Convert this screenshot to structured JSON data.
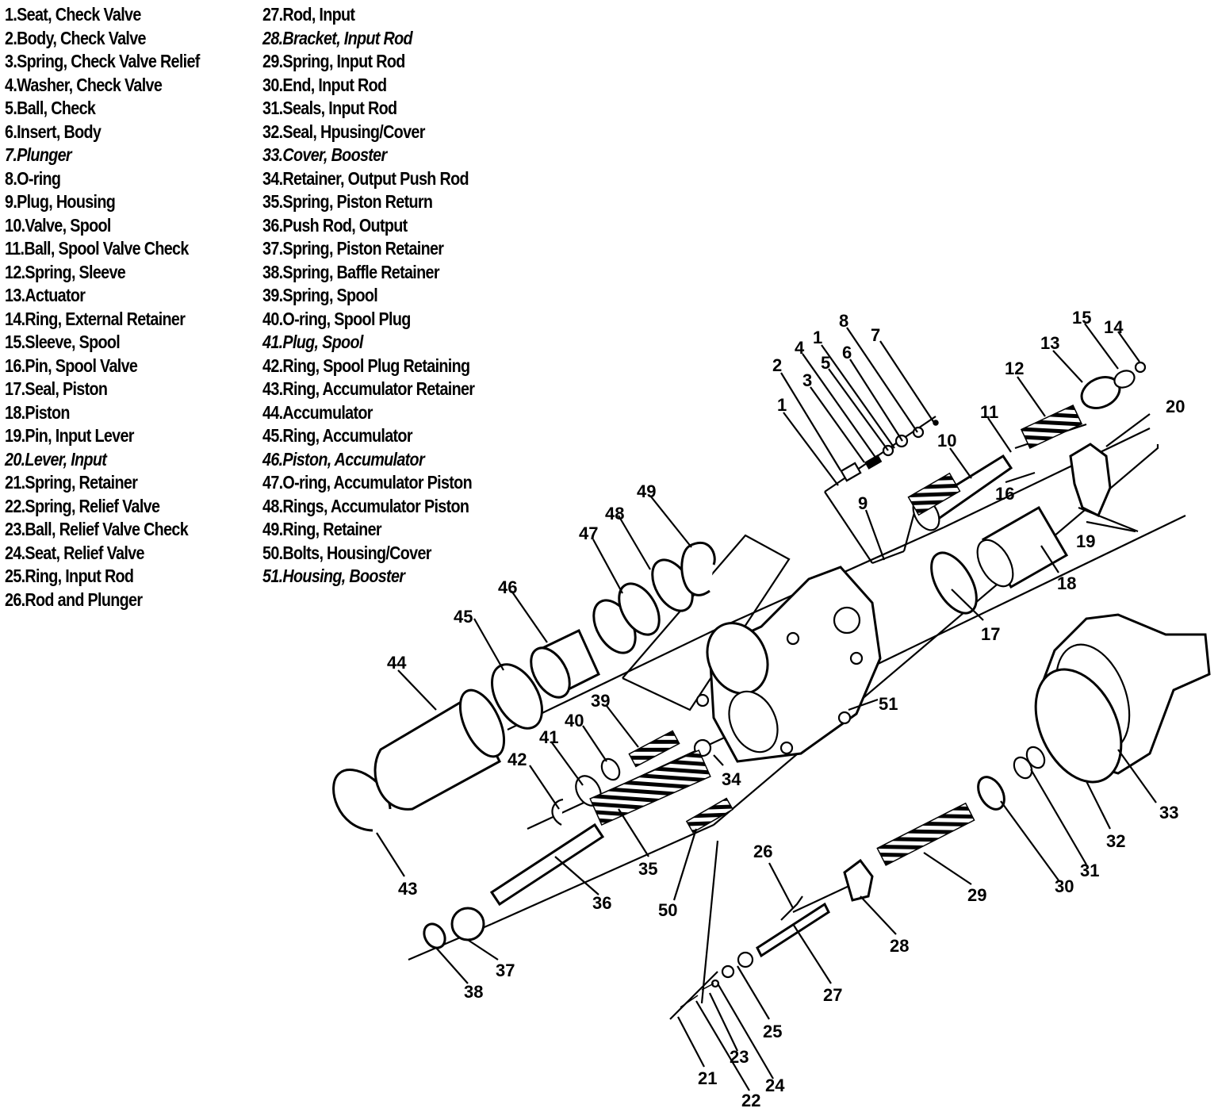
{
  "legend": {
    "left": [
      {
        "text": "1.Seat, Check Valve",
        "italic": false
      },
      {
        "text": "2.Body, Check Valve",
        "italic": false
      },
      {
        "text": "3.Spring, Check Valve Relief",
        "italic": false
      },
      {
        "text": "4.Washer, Check Valve",
        "italic": false
      },
      {
        "text": "5.Ball, Check",
        "italic": false
      },
      {
        "text": "6.Insert, Body",
        "italic": false
      },
      {
        "text": "7.Plunger",
        "italic": true
      },
      {
        "text": "8.O-ring",
        "italic": false
      },
      {
        "text": "9.Plug, Housing",
        "italic": false
      },
      {
        "text": "10.Valve, Spool",
        "italic": false
      },
      {
        "text": "11.Ball, Spool Valve Check",
        "italic": false
      },
      {
        "text": "12.Spring, Sleeve",
        "italic": false
      },
      {
        "text": "13.Actuator",
        "italic": false
      },
      {
        "text": "14.Ring, External Retainer",
        "italic": false
      },
      {
        "text": "15.Sleeve, Spool",
        "italic": false
      },
      {
        "text": "16.Pin, Spool Valve",
        "italic": false
      },
      {
        "text": "17.Seal, Piston",
        "italic": false
      },
      {
        "text": "18.Piston",
        "italic": false
      },
      {
        "text": "19.Pin, Input Lever",
        "italic": false
      },
      {
        "text": "20.Lever, Input",
        "italic": true
      },
      {
        "text": "21.Spring, Retainer",
        "italic": false
      },
      {
        "text": "22.Spring, Relief Valve",
        "italic": false
      },
      {
        "text": "23.Ball, Relief Valve Check",
        "italic": false
      },
      {
        "text": "24.Seat, Relief Valve",
        "italic": false
      },
      {
        "text": "25.Ring, Input Rod",
        "italic": false
      },
      {
        "text": "26.Rod and Plunger",
        "italic": false
      }
    ],
    "right": [
      {
        "text": "27.Rod, Input",
        "italic": false
      },
      {
        "text": "28.Bracket, Input Rod",
        "italic": true
      },
      {
        "text": "29.Spring, Input Rod",
        "italic": false
      },
      {
        "text": "30.End, Input Rod",
        "italic": false
      },
      {
        "text": "31.Seals, Input Rod",
        "italic": false
      },
      {
        "text": "32.Seal, Hpusing/Cover",
        "italic": false
      },
      {
        "text": "33.Cover, Booster",
        "italic": true
      },
      {
        "text": "34.Retainer, Output Push Rod",
        "italic": false
      },
      {
        "text": "35.Spring, Piston Return",
        "italic": false
      },
      {
        "text": "36.Push Rod, Output",
        "italic": false
      },
      {
        "text": "37.Spring, Piston Retainer",
        "italic": false
      },
      {
        "text": "38.Spring, Baffle Retainer",
        "italic": false
      },
      {
        "text": "39.Spring, Spool",
        "italic": false
      },
      {
        "text": "40.O-ring, Spool Plug",
        "italic": false
      },
      {
        "text": "41.Plug, Spool",
        "italic": true
      },
      {
        "text": "42.Ring, Spool Plug Retaining",
        "italic": false
      },
      {
        "text": "43.Ring, Accumulator Retainer",
        "italic": false
      },
      {
        "text": "44.Accumulator",
        "italic": false
      },
      {
        "text": "45.Ring, Accumulator",
        "italic": false
      },
      {
        "text": "46.Piston, Accumulator",
        "italic": true
      },
      {
        "text": "47.O-ring, Accumulator Piston",
        "italic": false
      },
      {
        "text": "48.Rings, Accumulator Piston",
        "italic": false
      },
      {
        "text": "49.Ring, Retainer",
        "italic": false
      },
      {
        "text": "50.Bolts, Housing/Cover",
        "italic": false
      },
      {
        "text": "51.Housing, Booster",
        "italic": true
      }
    ]
  },
  "callouts": [
    "1",
    "1",
    "2",
    "3",
    "4",
    "5",
    "6",
    "7",
    "8",
    "9",
    "10",
    "11",
    "12",
    "13",
    "14",
    "15",
    "16",
    "17",
    "18",
    "19",
    "20",
    "21",
    "22",
    "23",
    "24",
    "25",
    "26",
    "27",
    "28",
    "29",
    "30",
    "31",
    "32",
    "33",
    "34",
    "35",
    "36",
    "37",
    "38",
    "39",
    "40",
    "41",
    "42",
    "43",
    "44",
    "45",
    "46",
    "47",
    "48",
    "49",
    "50",
    "51"
  ]
}
